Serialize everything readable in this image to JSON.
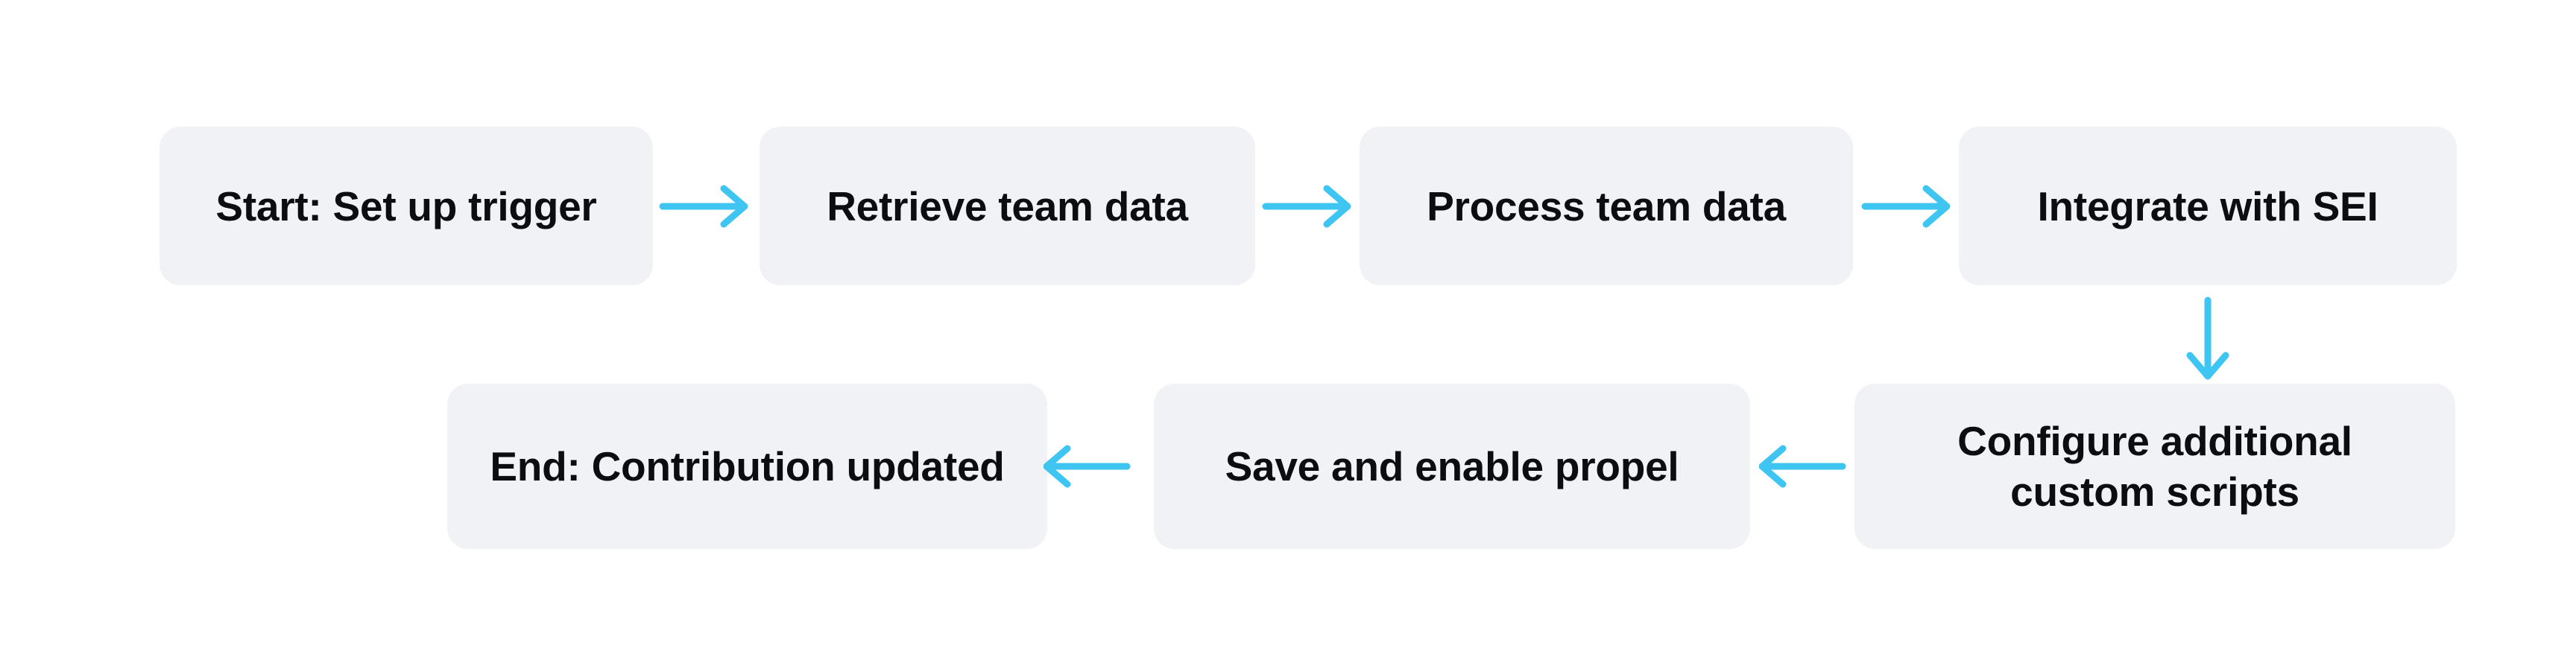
{
  "diagram": {
    "type": "flowchart",
    "colors": {
      "background": "#ffffff",
      "node_fill": "#f1f2f6",
      "node_text": "#0c0d10",
      "arrow": "#3fc5f1"
    },
    "nodes": [
      {
        "id": "start",
        "label": "Start: Set up trigger"
      },
      {
        "id": "retrieve",
        "label": "Retrieve team data"
      },
      {
        "id": "process",
        "label": "Process team data"
      },
      {
        "id": "integrate",
        "label": "Integrate with SEI"
      },
      {
        "id": "configure",
        "label": "Configure additional custom scripts"
      },
      {
        "id": "save",
        "label": "Save and enable propel"
      },
      {
        "id": "end",
        "label": "End: Contribution updated"
      }
    ],
    "edges": [
      {
        "from": "start",
        "to": "retrieve",
        "direction": "right"
      },
      {
        "from": "retrieve",
        "to": "process",
        "direction": "right"
      },
      {
        "from": "process",
        "to": "integrate",
        "direction": "right"
      },
      {
        "from": "integrate",
        "to": "configure",
        "direction": "down"
      },
      {
        "from": "configure",
        "to": "save",
        "direction": "left"
      },
      {
        "from": "save",
        "to": "end",
        "direction": "left"
      }
    ]
  }
}
